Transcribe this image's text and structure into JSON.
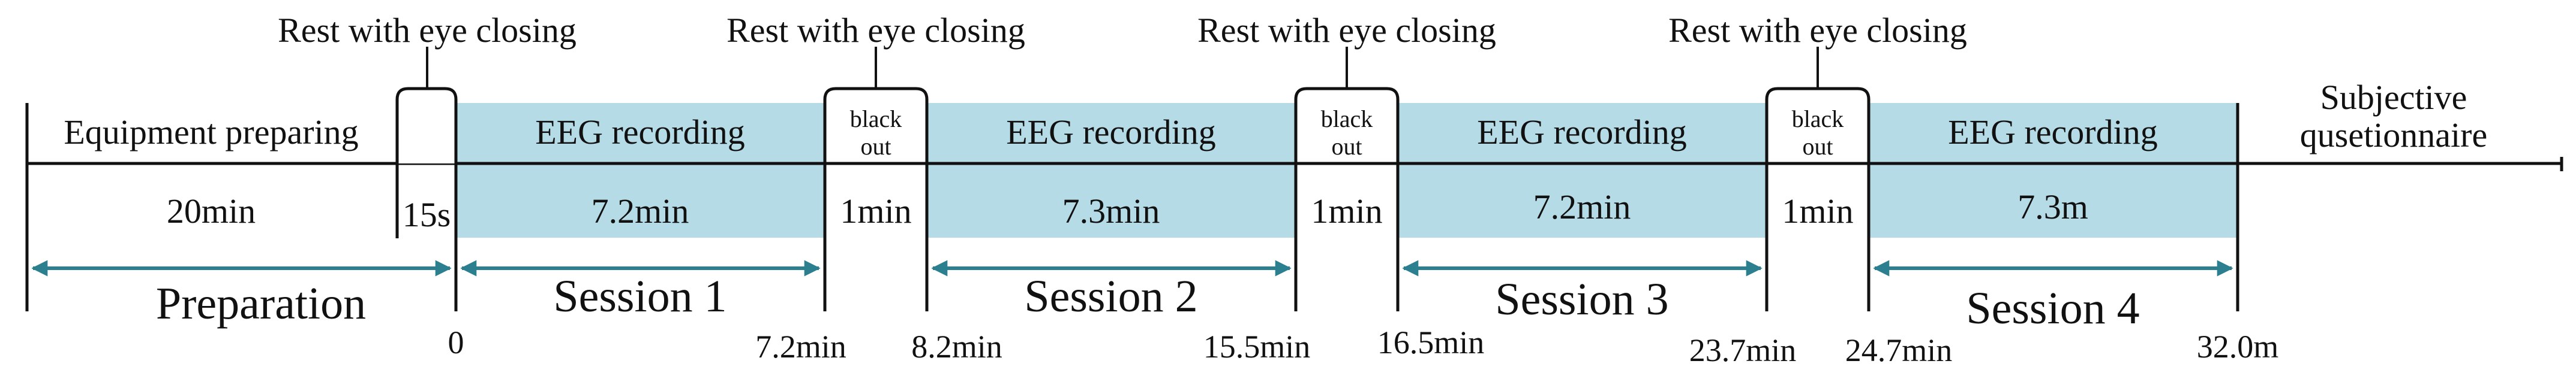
{
  "colors": {
    "session_fill": "#b5dbe6",
    "arrow": "#2b7f8f",
    "line": "#111111",
    "text": "#111111"
  },
  "top_labels": {
    "rest_1": "Rest with eye closing",
    "rest_2": "Rest with eye closing",
    "rest_3": "Rest with eye closing",
    "rest_4": "Rest with eye closing"
  },
  "segments": {
    "equipment": "Equipment preparing",
    "eeg_1": "EEG recording",
    "eeg_2": "EEG recording",
    "eeg_3": "EEG recording",
    "eeg_4": "EEG recording",
    "blackout_line1": "black",
    "blackout_line2": "out",
    "subjective_line1": "Subjective",
    "subjective_line2": "qusetionnaire"
  },
  "durations": {
    "prep": "20min",
    "rest": "15s",
    "eeg_1": "7.2min",
    "break_1": "1min",
    "eeg_2": "7.3min",
    "break_2": "1min",
    "eeg_3": "7.2min",
    "break_3": "1min",
    "eeg_4": "7.3m"
  },
  "phases": {
    "preparation": "Preparation",
    "session_1": "Session 1",
    "session_2": "Session 2",
    "session_3": "Session 3",
    "session_4": "Session 4"
  },
  "time_marks": {
    "t0": "0",
    "t1": "7.2min",
    "t2": "8.2min",
    "t3": "15.5min",
    "t4": "16.5min",
    "t5": "23.7min",
    "t6": "24.7min",
    "t7": "32.0m"
  }
}
